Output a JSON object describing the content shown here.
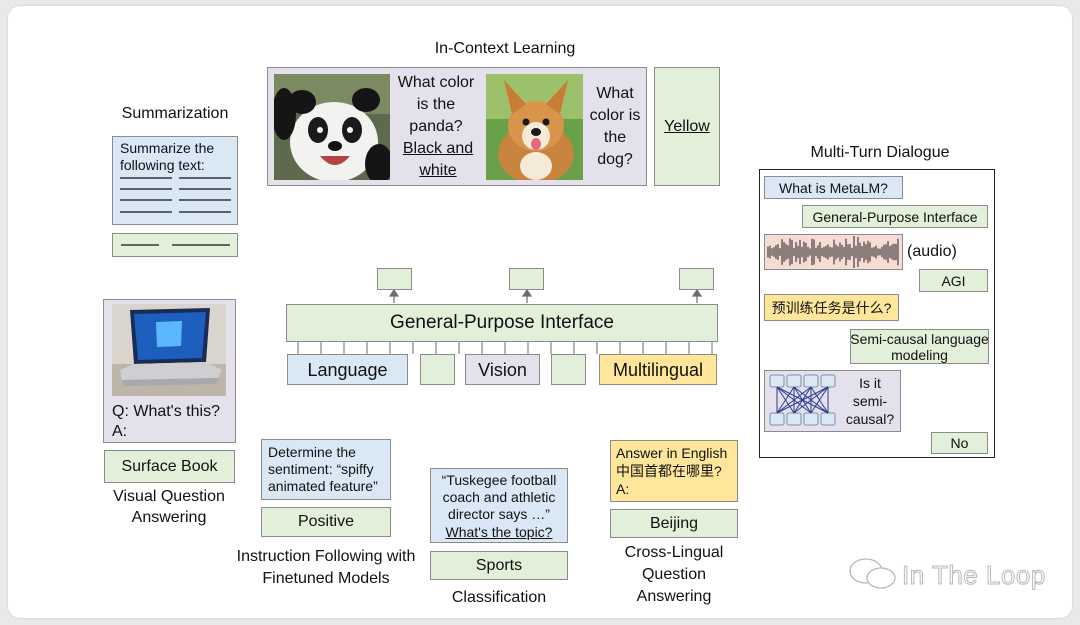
{
  "titles": {
    "icl": "In-Context Learning",
    "summarization": "Summarization",
    "multiturn": "Multi-Turn Dialogue",
    "vqa": "Visual Question Answering",
    "instruction": "Instruction Following with Finetuned Models",
    "classification": "Classification",
    "crosslingual": "Cross-Lingual Question Answering"
  },
  "icl": {
    "q1": "What color is the panda?",
    "a1": "Black and white",
    "q2": "What color is the dog?",
    "answer": "Yellow"
  },
  "summarization": {
    "prompt": "Summarize the following text:"
  },
  "center": {
    "interface": "General-Purpose Interface",
    "language": "Language",
    "vision": "Vision",
    "multilingual": "Multilingual"
  },
  "vqa": {
    "question": "Q: What's this?",
    "answer_prefix": "A:",
    "answer": "Surface Book"
  },
  "instruction": {
    "prompt": "Determine the sentiment: “spiffy animated feature”",
    "answer": "Positive"
  },
  "classification": {
    "prompt": "“Tuskegee football coach and athletic director says …”",
    "question": "What's the topic?",
    "answer": "Sports"
  },
  "crosslingual": {
    "prompt": "Answer in English",
    "question": "中国首都在哪里?",
    "answer_prefix": "A:",
    "answer": "Beijing"
  },
  "dialogue": {
    "q1": "What is MetaLM?",
    "a1": "General-Purpose Interface",
    "audio": "(audio)",
    "a2": "AGI",
    "q3": "预训练任务是什么?",
    "a3": "Semi-causal language modeling",
    "q4": "Is it semi-causal?",
    "a4": "No"
  },
  "watermark": "In The Loop"
}
